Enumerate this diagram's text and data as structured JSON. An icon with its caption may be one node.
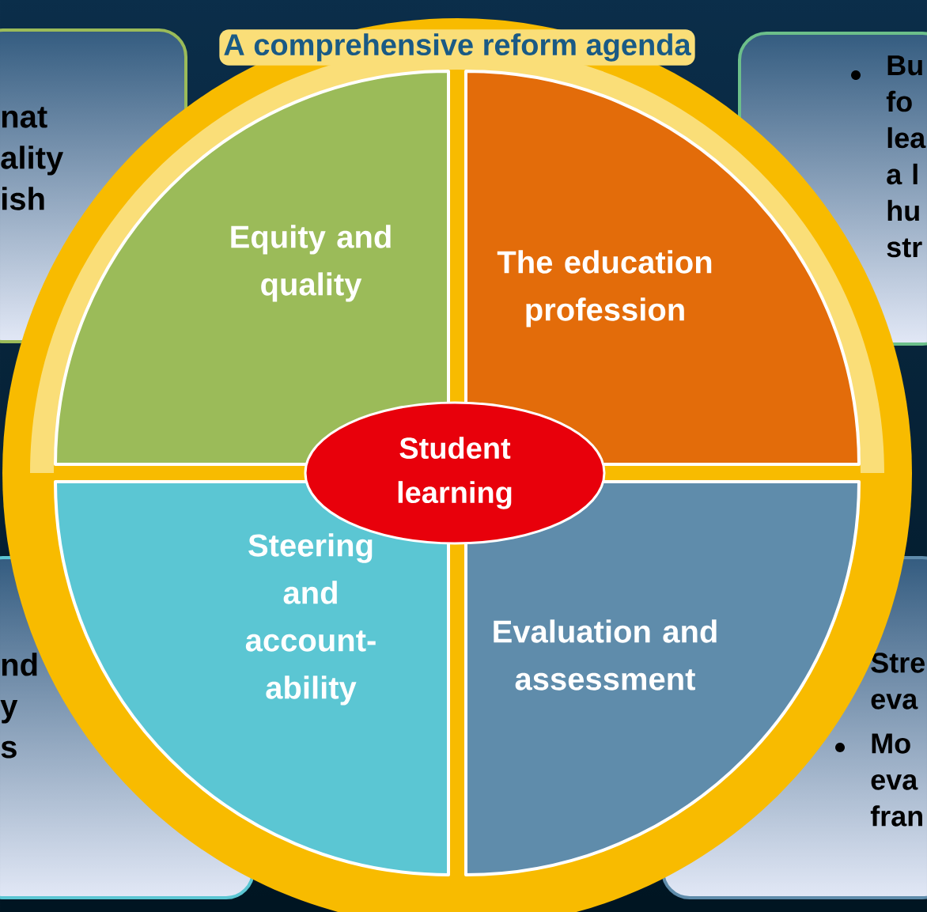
{
  "diagram": {
    "title": "A comprehensive reform agenda",
    "nodes": [
      {
        "text": [
          "nat ality ish"
        ]
      },
      {
        "text": [
          "Bu fo lea a l hu str"
        ]
      },
      {
        "text": [
          "Equity and quality"
        ]
      },
      {
        "text": [
          "The education profession"
        ]
      },
      {
        "text": [
          "Student learning"
        ]
      },
      {
        "text": [
          "Steering and account-ability"
        ]
      },
      {
        "text": [
          "Evaluation and assessment"
        ]
      },
      {
        "text": [
          "nd y s"
        ]
      },
      {
        "text": [
          "Stre eva",
          "Mo eva fran"
        ]
      }
    ]
  }
}
